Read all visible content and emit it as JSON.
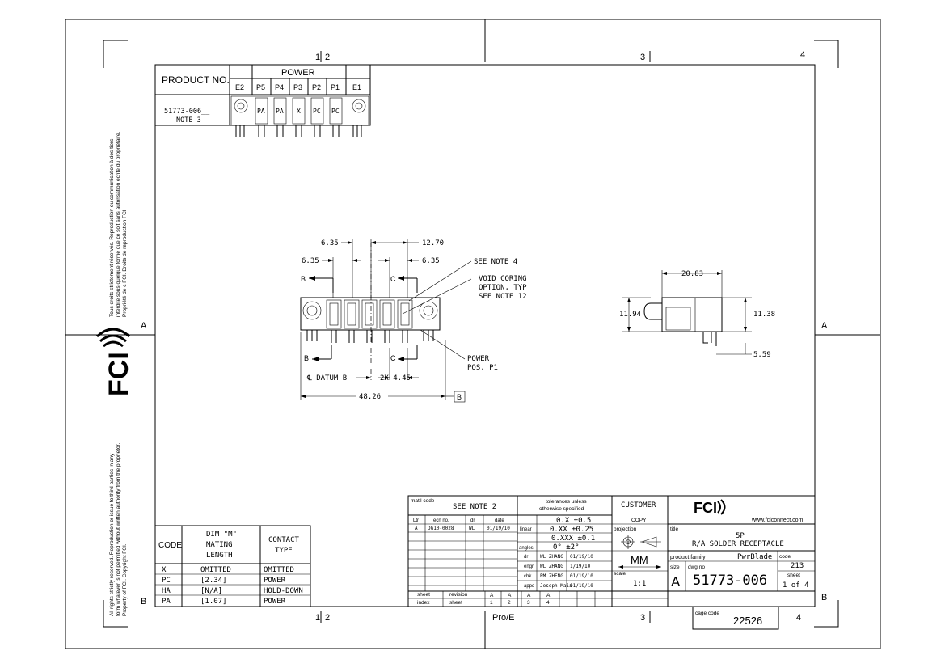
{
  "zones": {
    "top": [
      "1",
      "2",
      "3",
      "4"
    ],
    "bottom": [
      "1",
      "2",
      "3",
      "4"
    ],
    "left": [
      "A",
      "B"
    ],
    "right": [
      "A",
      "B"
    ]
  },
  "copyright_fr": [
    "Tous droits strictement réservés. Reproduction ou communication à des tiers",
    "interdite sous quelque forme que ce soit sans autorisation écrite du propriétaire.",
    "Propriété de c FCI.  Droits de reproduction FCI."
  ],
  "copyright_en": [
    "All rights strictly reserved.  Reproduction or issue to third parties in any",
    "form whatever is not permitted without written authority from the proprietor.",
    "Property of FCI.  Copyright FCI."
  ],
  "logo_text": "FCI",
  "product_table": {
    "product_no_label": "PRODUCT NO.",
    "power_label": "POWER",
    "columns": [
      "E2",
      "P5",
      "P4",
      "P3",
      "P2",
      "P1",
      "E1"
    ],
    "part_number": "51773-006__",
    "note": "NOTE 3",
    "contact_codes": [
      "PA",
      "PA",
      "X",
      "PC",
      "PC"
    ]
  },
  "front_view": {
    "dims": {
      "d1": "6.35",
      "d2": "12.70",
      "d3": "6.35",
      "d4": "6.35",
      "pitch": "2X 4.45",
      "overall": "48.26"
    },
    "labels": {
      "b_top": "B",
      "c_top": "C",
      "b_bot": "B",
      "c_bot": "C",
      "note4": "SEE NOTE 4",
      "void1": "VOID CORING",
      "void2": "OPTION, TYP",
      "void3": "SEE NOTE 12",
      "power1": "POWER",
      "power2": "POS. P1",
      "datum": "℄ DATUM B",
      "datum_box": "B"
    }
  },
  "side_view": {
    "width": "20.83",
    "height_left": "11.94",
    "height_right": "11.38",
    "bottom": "5.59"
  },
  "code_table": {
    "headers": [
      "CODE",
      "DIM \"M\" MATING LENGTH",
      "CONTACT TYPE"
    ],
    "header_lines": {
      "h2a": "DIM \"M\"",
      "h2b": "MATING",
      "h2c": "LENGTH",
      "h3a": "CONTACT",
      "h3b": "TYPE"
    },
    "rows": [
      {
        "code": "X",
        "dim": "OMITTED",
        "type": "OMITTED"
      },
      {
        "code": "PC",
        "dim": "[2.34]",
        "type": "POWER"
      },
      {
        "code": "HA",
        "dim": "[N/A]",
        "type": "HOLD-DOWN"
      },
      {
        "code": "PA",
        "dim": "[1.07]",
        "type": "POWER"
      }
    ]
  },
  "title_block": {
    "matl_code_label": "mat'l code",
    "matl_code": "SEE NOTE 2",
    "tolerances_label1": "tolerances unless",
    "tolerances_label2": "otherwise specified",
    "customer": "CUSTOMER",
    "copy": "COPY",
    "rev_headers": [
      "Ltr",
      "ecn no.",
      "dr",
      "date"
    ],
    "rev_row": [
      "A",
      "DG10-0028",
      "WL",
      "01/19/10"
    ],
    "linear_label": "linear",
    "angles_label": "angles",
    "tol1": "0.X ±0.5",
    "tol2": "0.XX ±0.25",
    "tol3": "0.XXX ±0.1",
    "tol_ang": "0° ±2°",
    "projection_label": "projection",
    "approvals": [
      {
        "role": "dr",
        "name": "WL ZHANG",
        "date": "01/19/10"
      },
      {
        "role": "engr",
        "name": "WL ZHANG",
        "date": "1/19/10"
      },
      {
        "role": "chk",
        "name": "PM ZHENG",
        "date": "01/19/10"
      },
      {
        "role": "appd",
        "name": "Joseph Maia",
        "date": "01/19/10"
      }
    ],
    "units": "MM",
    "scale_label": "scale",
    "scale": "1:1",
    "sheet_label": "sheet",
    "revision_label": "revision",
    "index_label": "index",
    "sheet_idx": [
      "1",
      "2",
      "3",
      "4"
    ],
    "rev_idx": [
      "A",
      "A",
      "A",
      "A"
    ],
    "website": "www.fciconnect.com",
    "title_label": "title",
    "title1": "5P",
    "title2": "R/A SOLDER RECEPTACLE",
    "product_family_label": "product family",
    "product_family": "PwrBlade",
    "code_label": "code",
    "code": "213",
    "size_label": "size",
    "size": "A",
    "dwg_no_label": "dwg no",
    "dwg_no": "51773-006",
    "sheet_of": "1 of 4",
    "cage_code_label": "cage code",
    "cage_code": "22526",
    "software": "Pro/E"
  }
}
